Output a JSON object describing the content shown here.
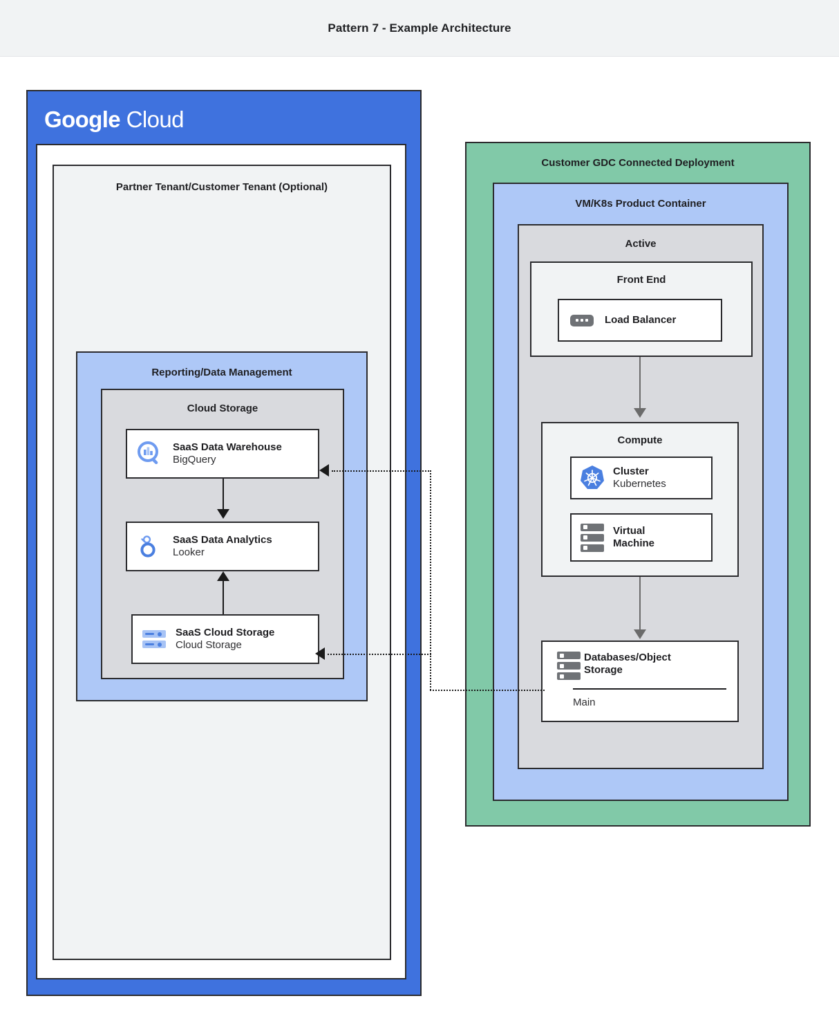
{
  "header": {
    "title": "Pattern 7 - Example Architecture"
  },
  "google_cloud": {
    "logo_primary": "Google",
    "logo_secondary": "Cloud",
    "tenant_title": "Partner Tenant/Customer Tenant (Optional)",
    "reporting": {
      "title": "Reporting/Data Management",
      "cloud_storage_group": "Cloud Storage",
      "nodes": [
        {
          "icon": "bigquery-icon",
          "title": "SaaS Data Warehouse",
          "subtitle": "BigQuery"
        },
        {
          "icon": "looker-icon",
          "title": "SaaS Data Analytics",
          "subtitle": "Looker"
        },
        {
          "icon": "cloud-storage-icon",
          "title": "SaaS Cloud Storage",
          "subtitle": "Cloud Storage"
        }
      ]
    }
  },
  "gdc": {
    "title": "Customer GDC Connected Deployment",
    "product_container_title": "VM/K8s Product Container",
    "active_title": "Active",
    "front_end": {
      "title": "Front End",
      "node": {
        "icon": "load-balancer-icon",
        "title": "Load Balancer"
      }
    },
    "compute": {
      "title": "Compute",
      "nodes": [
        {
          "icon": "kubernetes-icon",
          "title": "Cluster",
          "subtitle": "Kubernetes"
        },
        {
          "icon": "virtual-machine-icon",
          "title": "Virtual",
          "subtitle": "Machine"
        }
      ]
    },
    "database": {
      "icon": "database-storage-icon",
      "title_line1": "Databases/Object",
      "title_line2": "Storage",
      "subtitle": "Main"
    }
  },
  "colors": {
    "google_blue": "#3f72de",
    "light_blue": "#aec8f7",
    "green": "#81c9a8",
    "gray_panel": "#d9dade",
    "light_gray": "#f1f3f4",
    "outline": "#2b2b2e",
    "arrow_gray": "#6b6b6b"
  }
}
